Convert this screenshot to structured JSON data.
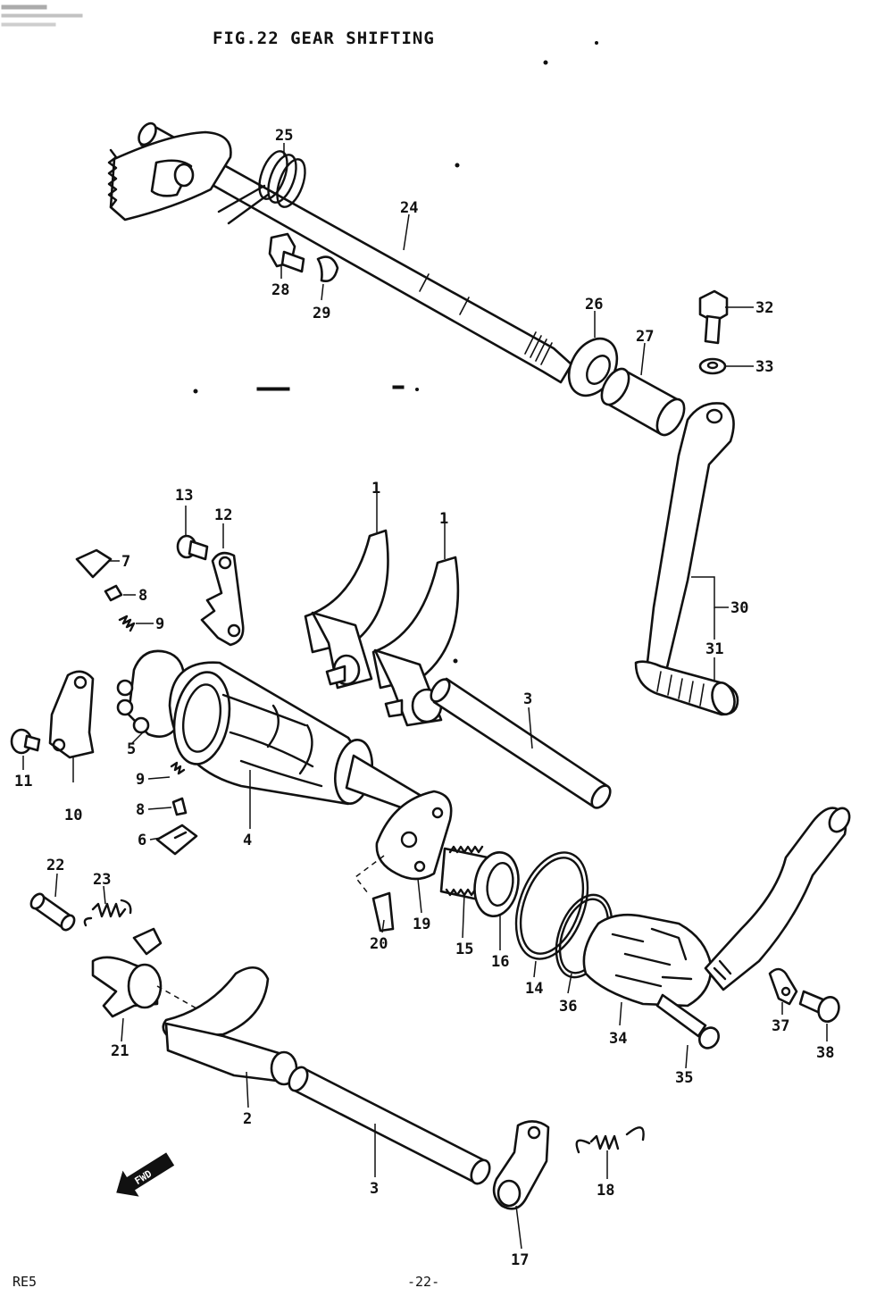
{
  "header": {
    "title": "FIG.22  GEAR SHIFTING"
  },
  "footer": {
    "model_code": "RE5",
    "page_number": "-22-"
  },
  "fwd_arrow_label": "FWD",
  "callouts": [
    {
      "id": "c25",
      "text": "25"
    },
    {
      "id": "c24",
      "text": "24"
    },
    {
      "id": "c28",
      "text": "28"
    },
    {
      "id": "c29",
      "text": "29"
    },
    {
      "id": "c26",
      "text": "26"
    },
    {
      "id": "c27",
      "text": "27"
    },
    {
      "id": "c32",
      "text": "32"
    },
    {
      "id": "c33",
      "text": "33"
    },
    {
      "id": "c13",
      "text": "13"
    },
    {
      "id": "c12",
      "text": "12"
    },
    {
      "id": "c1a",
      "text": "1"
    },
    {
      "id": "c1b",
      "text": "1"
    },
    {
      "id": "c7",
      "text": "7"
    },
    {
      "id": "c8a",
      "text": "8"
    },
    {
      "id": "c9a",
      "text": "9"
    },
    {
      "id": "c30",
      "text": "30"
    },
    {
      "id": "c31",
      "text": "31"
    },
    {
      "id": "c3a",
      "text": "3"
    },
    {
      "id": "c5",
      "text": "5"
    },
    {
      "id": "c11",
      "text": "11"
    },
    {
      "id": "c10",
      "text": "10"
    },
    {
      "id": "c9b",
      "text": "9"
    },
    {
      "id": "c8b",
      "text": "8"
    },
    {
      "id": "c6",
      "text": "6"
    },
    {
      "id": "c4",
      "text": "4"
    },
    {
      "id": "c22",
      "text": "22"
    },
    {
      "id": "c23",
      "text": "23"
    },
    {
      "id": "c20",
      "text": "20"
    },
    {
      "id": "c19",
      "text": "19"
    },
    {
      "id": "c15",
      "text": "15"
    },
    {
      "id": "c16",
      "text": "16"
    },
    {
      "id": "c14",
      "text": "14"
    },
    {
      "id": "c36",
      "text": "36"
    },
    {
      "id": "c34",
      "text": "34"
    },
    {
      "id": "c35",
      "text": "35"
    },
    {
      "id": "c37",
      "text": "37"
    },
    {
      "id": "c38",
      "text": "38"
    },
    {
      "id": "c21",
      "text": "21"
    },
    {
      "id": "c2",
      "text": "2"
    },
    {
      "id": "c3b",
      "text": "3"
    },
    {
      "id": "c18",
      "text": "18"
    },
    {
      "id": "c17",
      "text": "17"
    }
  ]
}
